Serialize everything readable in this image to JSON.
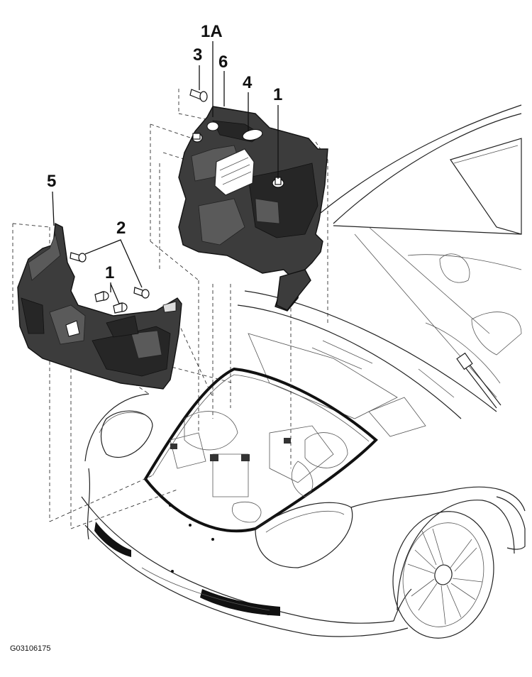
{
  "figure": {
    "id_label": "G03106175"
  },
  "callouts": {
    "label_1a": "1A",
    "label_3": "3",
    "label_6": "6",
    "label_4": "4",
    "label_1_right": "1",
    "label_5": "5",
    "label_2": "2",
    "label_1_left": "1"
  }
}
